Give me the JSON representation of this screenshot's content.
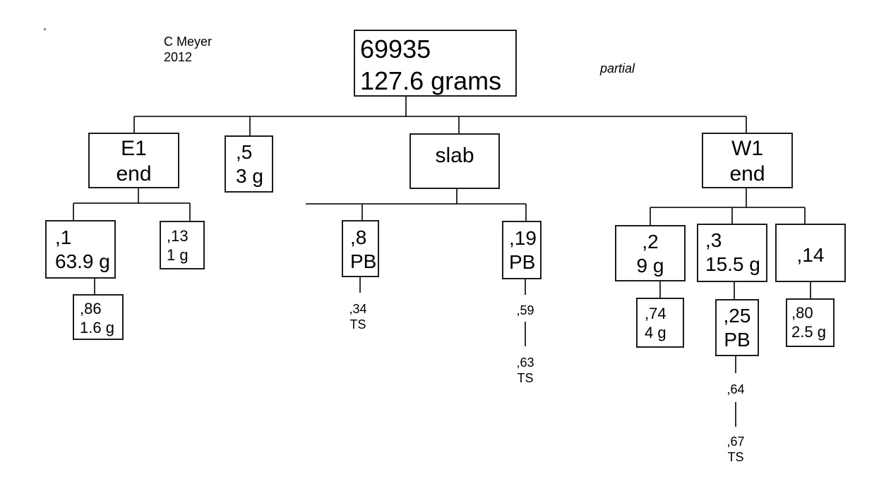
{
  "diagram": {
    "credit": {
      "line1": "C Meyer",
      "line2": "2012"
    },
    "note": "partial",
    "corner_mark": ".",
    "nodes": {
      "root": {
        "line1": "69935",
        "line2": "127.6 grams"
      },
      "e1": {
        "line1": "E1",
        "line2": "end"
      },
      "s5": {
        "line1": ",5",
        "line2": "3 g"
      },
      "slab": {
        "line1": "slab"
      },
      "w1": {
        "line1": "W1",
        "line2": "end"
      },
      "s1": {
        "line1": ",1",
        "line2": "63.9 g"
      },
      "s13": {
        "line1": ",13",
        "line2": "1 g"
      },
      "s86": {
        "line1": ",86",
        "line2": "1.6 g"
      },
      "s8": {
        "line1": ",8",
        "line2": "PB"
      },
      "s19": {
        "line1": ",19",
        "line2": "PB"
      },
      "s34": {
        "line1": ",34",
        "line2": "TS"
      },
      "s59": {
        "line1": ",59"
      },
      "s63": {
        "line1": ",63",
        "line2": "TS"
      },
      "s2": {
        "line1": ",2",
        "line2": "9 g"
      },
      "s3": {
        "line1": ",3",
        "line2": "15.5 g"
      },
      "s14": {
        "line1": ",14"
      },
      "s74": {
        "line1": ",74",
        "line2": "4 g"
      },
      "s25": {
        "line1": ",25",
        "line2": "PB"
      },
      "s80": {
        "line1": ",80",
        "line2": "2.5 g"
      },
      "s64": {
        "line1": ",64"
      },
      "s67": {
        "line1": ",67",
        "line2": "TS"
      }
    },
    "hierarchy": {
      "root": [
        "e1",
        "s5",
        "slab",
        "w1"
      ],
      "e1": [
        "s1",
        "s13"
      ],
      "s1": [
        "s86"
      ],
      "slab": [
        "s8",
        "s19"
      ],
      "s8": [
        "s34"
      ],
      "s19": [
        "s59"
      ],
      "s59": [
        "s63"
      ],
      "w1": [
        "s2",
        "s3",
        "s14"
      ],
      "s2": [
        "s74"
      ],
      "s3": [
        "s25"
      ],
      "s25": [
        "s64"
      ],
      "s64": [
        "s67"
      ],
      "s14": [
        "s80"
      ]
    },
    "colors": {
      "line": "#1c1c1c",
      "background": "#ffffff",
      "text": "#000000"
    }
  }
}
